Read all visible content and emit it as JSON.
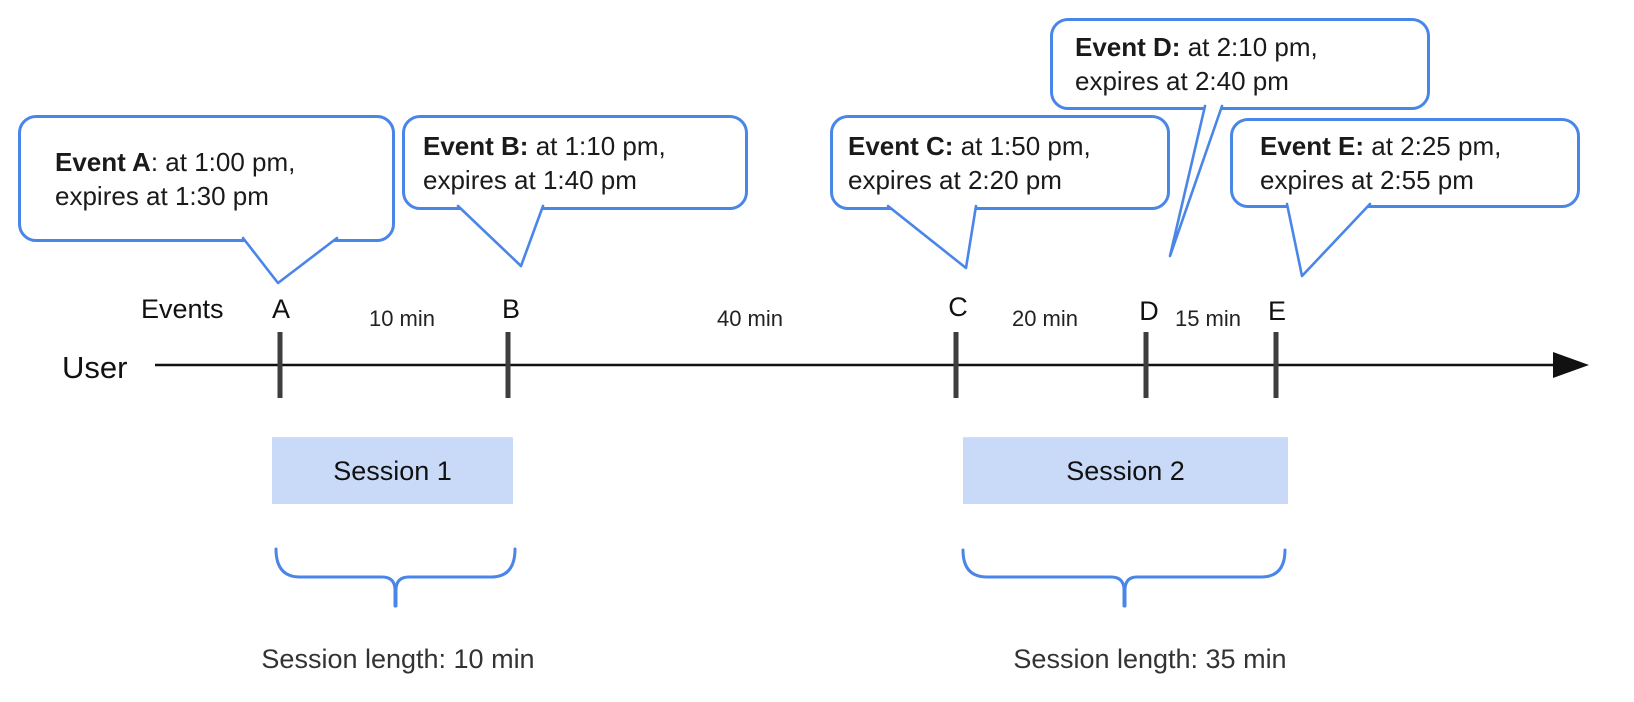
{
  "bubbles": [
    {
      "bold": "Event A",
      "rest": ": at 1:00 pm,",
      "line2": "expires at 1:30 pm"
    },
    {
      "bold": "Event B:",
      "rest": " at 1:10 pm,",
      "line2": "expires at 1:40 pm"
    },
    {
      "bold": "Event C:",
      "rest": " at 1:50 pm,",
      "line2": "expires at 2:20 pm"
    },
    {
      "bold": "Event D:",
      "rest": " at 2:10 pm,",
      "line2": "expires at 2:40 pm"
    },
    {
      "bold": "Event E:",
      "rest": " at 2:25 pm,",
      "line2": "expires at 2:55 pm"
    }
  ],
  "timeline": {
    "user_label": "User",
    "events_label": "Events",
    "letters": [
      "A",
      "B",
      "C",
      "D",
      "E"
    ],
    "intervals": [
      "10 min",
      "40 min",
      "20 min",
      "15 min"
    ]
  },
  "sessions": [
    {
      "label": "Session 1",
      "length": "Session length: 10 min"
    },
    {
      "label": "Session 2",
      "length": "Session length: 35 min"
    }
  ],
  "colors": {
    "accent_blue": "#4a86e8",
    "session_fill": "#c9daf8",
    "tick_gray": "#3e3e3e",
    "axis_black": "#111111"
  }
}
